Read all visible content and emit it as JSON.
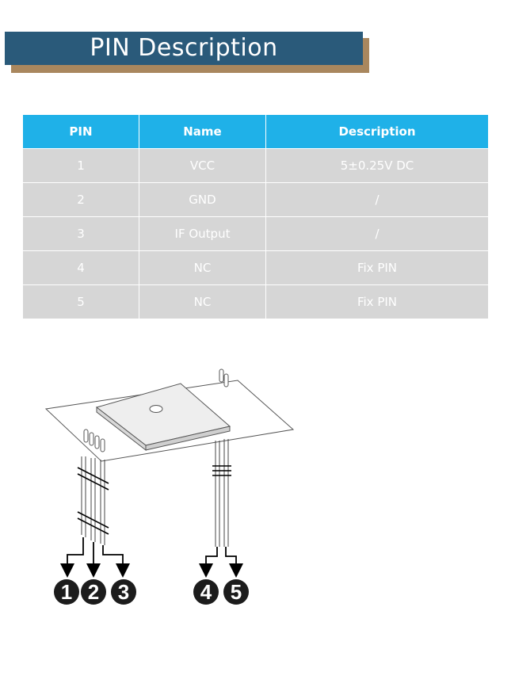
{
  "header": {
    "title": "PIN Description"
  },
  "table": {
    "columns": [
      "PIN",
      "Name",
      "Description"
    ],
    "rows": [
      {
        "pin": "1",
        "name": "VCC",
        "description": "5±0.25V DC"
      },
      {
        "pin": "2",
        "name": "GND",
        "description": "/"
      },
      {
        "pin": "3",
        "name": "IF Output",
        "description": "/"
      },
      {
        "pin": "4",
        "name": "NC",
        "description": "Fix PIN"
      },
      {
        "pin": "5",
        "name": "NC",
        "description": "Fix PIN"
      }
    ]
  },
  "diagram": {
    "pin_badges": [
      "1",
      "2",
      "3",
      "4",
      "5"
    ]
  }
}
